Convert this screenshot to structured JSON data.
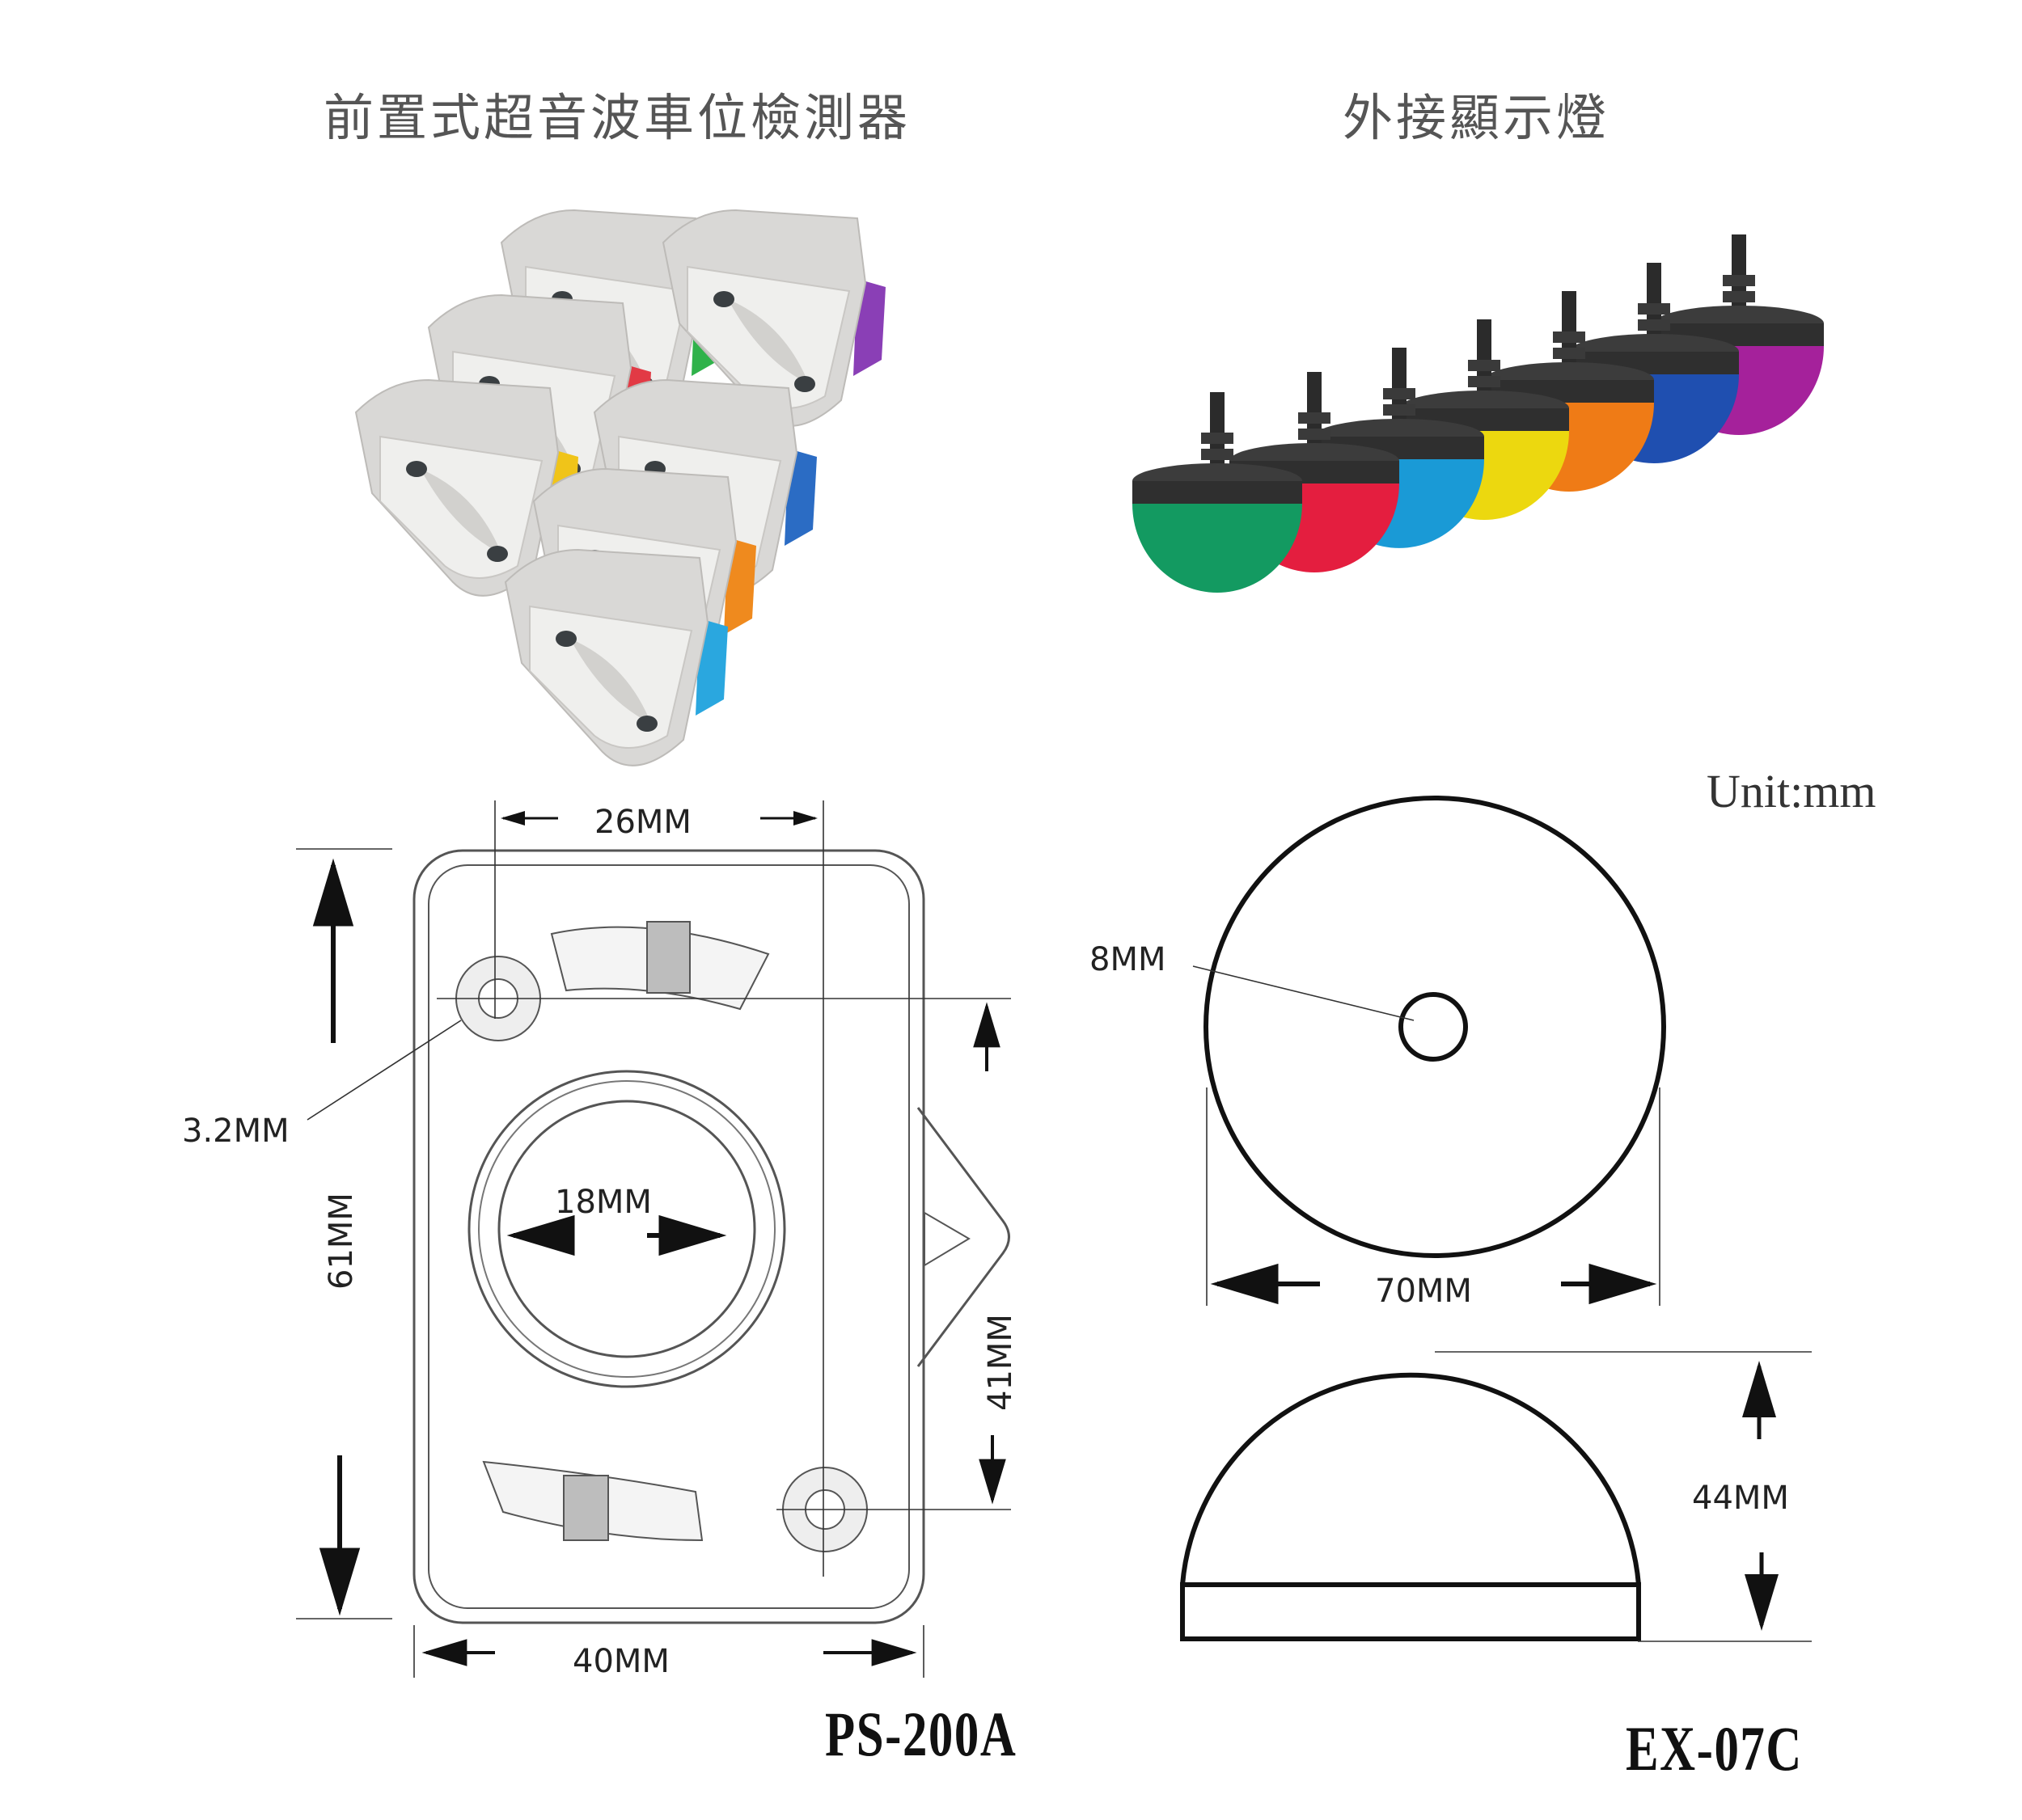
{
  "titles": {
    "sensor": "前置式超音波車位檢測器",
    "light": "外接顯示燈"
  },
  "unit_label": "Unit:mm",
  "sensor_drawing": {
    "model": "PS-200A",
    "dims": {
      "hole_spacing": "26MM",
      "hole_diameter": "3.2MM",
      "sensor_diameter": "18MM",
      "height": "61MM",
      "hole_vertical": "41MM",
      "width": "40MM"
    }
  },
  "light_drawing": {
    "model": "EX-07C",
    "dims": {
      "stem": "8MM",
      "diameter": "70MM",
      "height": "44MM"
    }
  },
  "colors": {
    "sensor_accents": [
      "#2fb24a",
      "#8a3fb6",
      "#e23a45",
      "#2b6cc4",
      "#f0c419",
      "#ef8a1e",
      "#2aa7df"
    ],
    "light_domes": [
      "#139a61",
      "#e41e3f",
      "#1a9ad6",
      "#ecd80f",
      "#ef7b16",
      "#1f4fb0",
      "#a5219b"
    ]
  }
}
